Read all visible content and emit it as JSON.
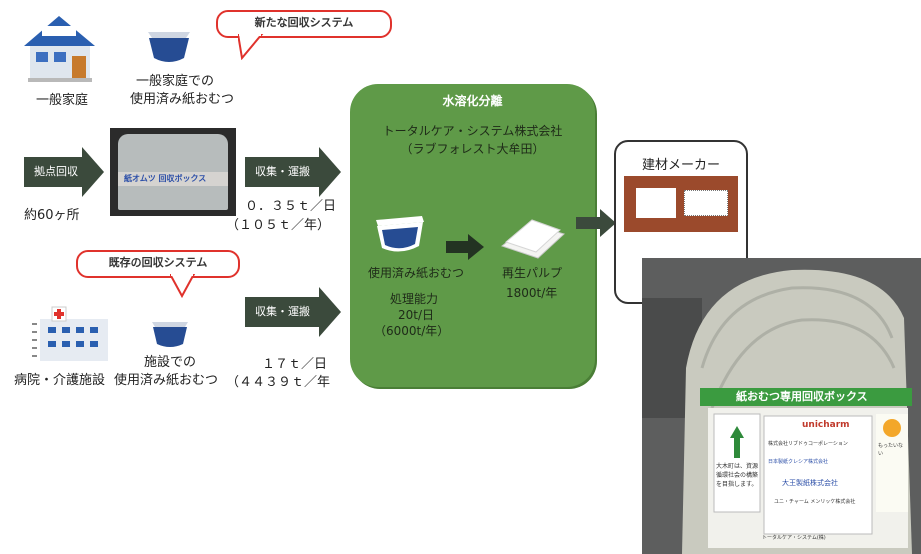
{
  "callouts": {
    "new_system": "新たな回収システム",
    "existing_system": "既存の回収システム"
  },
  "sources": {
    "household": "一般家庭",
    "household_diapers_line1": "一般家庭での",
    "household_diapers_line2": "使用済み紙おむつ",
    "hospital": "病院・介護施設",
    "facility_diapers_line1": "施設での",
    "facility_diapers_line2": "使用済み紙おむつ"
  },
  "collection": {
    "depot_label": "拠点回収",
    "depot_count": "約60ヶ所",
    "box_sign": "紙オムツ 回収ボックス",
    "transport_label": "収集・運搬",
    "new_daily": "０．３５ｔ／日",
    "new_yearly": "（１０５ｔ／年）",
    "existing_daily": "１７ｔ／日",
    "existing_yearly": "（４４３９ｔ／年"
  },
  "plant": {
    "title": "水溶化分離",
    "company_line1": "トータルケア・システム株式会社",
    "company_line2": "（ラブフォレスト大牟田）",
    "input_label": "使用済み紙おむつ",
    "output_label": "再生パルプ",
    "capacity_label": "処理能力",
    "capacity_daily": "20t/日",
    "capacity_yearly": "（6000t/年）",
    "output_yearly": "1800t/年"
  },
  "destination": {
    "label": "建材メーカー"
  },
  "photo": {
    "box_title": "紙おむつ専用回収ボックス",
    "sponsor1": "unicharm",
    "sponsor2": "株式会社リブドゥコーポレーション",
    "sponsor3": "日本製紙クレシア株式会社",
    "sponsor4": "大王製紙株式会社",
    "sponsor5": "ユニ・チャーム メンリッケ株式会社",
    "side_text_left": "大木町は、資源循環社会の構築を目指します。",
    "side_text_right": "もったいない",
    "footer": "トータルケア・システム(株)"
  },
  "colors": {
    "plant_green": "#5f9a48",
    "arrow_dark": "#3b4a3c",
    "callout_red": "#e0322c",
    "brown_panel": "#9b4a2c"
  }
}
